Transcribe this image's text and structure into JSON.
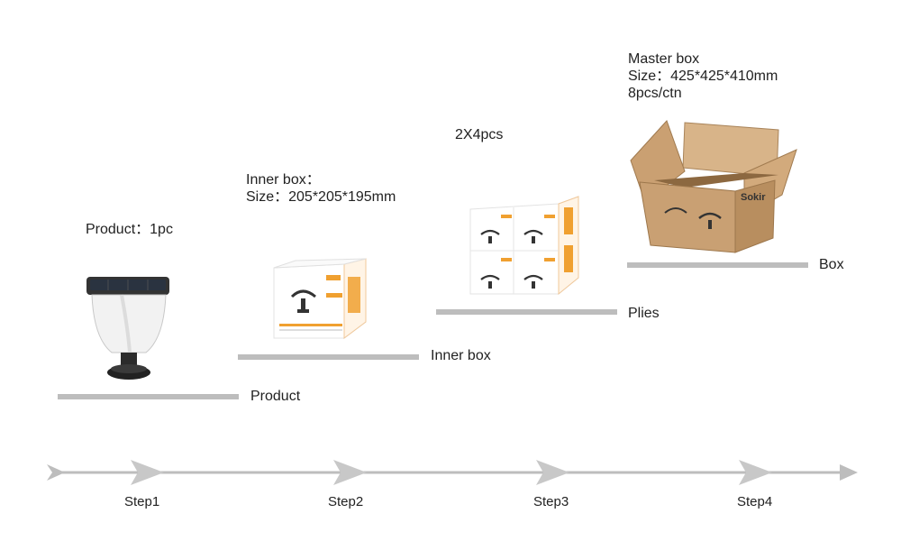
{
  "stages": [
    {
      "caption_lines": [
        "Product：1pc"
      ],
      "platform_label": "Product",
      "image": "solar-pillar-lamp",
      "step": "Step1"
    },
    {
      "caption_lines": [
        "Inner box：",
        "Size：205*205*195mm"
      ],
      "platform_label": "Inner box",
      "image": "printed-inner-box",
      "step": "Step2"
    },
    {
      "caption_lines": [
        "2X4pcs"
      ],
      "platform_label": "Plies",
      "image": "stacked-inner-boxes",
      "step": "Step3"
    },
    {
      "caption_lines": [
        "Master box",
        "Size：425*425*410mm",
        "8pcs/ctn"
      ],
      "platform_label": "Box",
      "image": "open-cardboard-master-carton",
      "step": "Step4"
    }
  ],
  "box_brand": "Sokir",
  "colors": {
    "platform": "#bdbdbd",
    "timeline": "#bdbdbd",
    "accent": "#f0a030",
    "carton": "#c9a073"
  }
}
